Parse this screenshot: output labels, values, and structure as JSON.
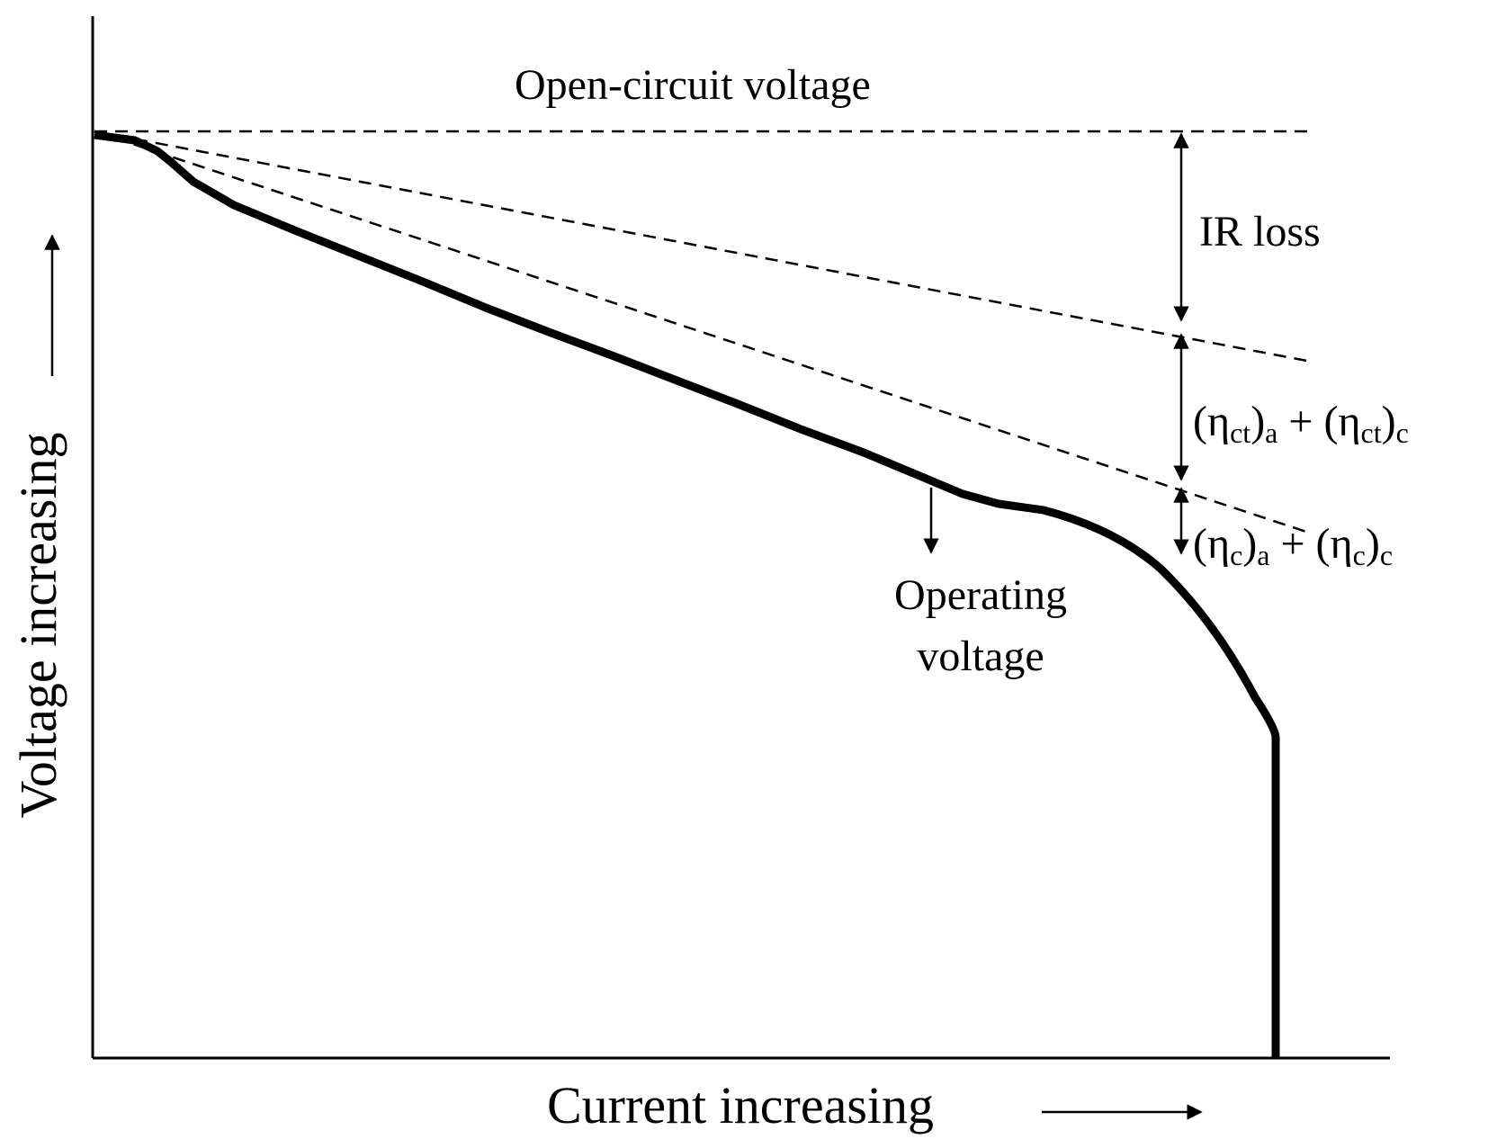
{
  "axes": {
    "x_label": "Current increasing",
    "y_label": "Voltage increasing"
  },
  "labels": {
    "ocv": "Open-circuit voltage",
    "ir_loss": "IR loss",
    "operating_line1": "Operating",
    "operating_line2": "voltage"
  },
  "eta_ct": {
    "open_a": "(η",
    "sub1": "ct",
    "close_a": ")",
    "sub_a": "a",
    "plus": " + (η",
    "sub2": "ct",
    "close_c": ")",
    "sub_c": "c"
  },
  "eta_c": {
    "open_a": "(η",
    "sub1": "c",
    "close_a": ")",
    "sub_a": "a",
    "plus": " + (η",
    "sub2": "c",
    "close_c": ")",
    "sub_c": "c"
  },
  "colors": {
    "line": "#000000",
    "background": "#ffffff"
  }
}
